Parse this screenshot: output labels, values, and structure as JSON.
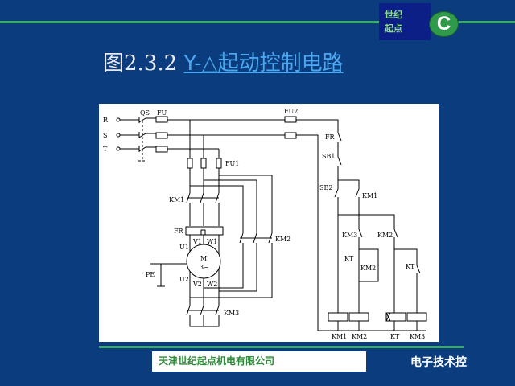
{
  "logo": {
    "line1": "世纪",
    "line2": "起点",
    "badge": "C"
  },
  "title": {
    "prefix": "图2.3.2 ",
    "link": "Y-△起动控制电路"
  },
  "diagram": {
    "phases": [
      "R",
      "S",
      "T"
    ],
    "labels": {
      "qs": "QS",
      "fu": "FU",
      "fu1": "FU1",
      "fu2": "FU2",
      "km1": "KM1",
      "km2": "KM2",
      "km3": "KM3",
      "fr": "FR",
      "pe": "PE",
      "u1": "U1",
      "v1": "V1",
      "w1": "W1",
      "u2": "U2",
      "v2": "V2",
      "w2": "W2",
      "motor": "M",
      "motor_sub": "3~",
      "sb1": "SB1",
      "sb2": "SB2",
      "kt": "KT"
    },
    "coils": [
      "KM1",
      "KM2",
      "KT",
      "KM3"
    ]
  },
  "footer": {
    "company": "天津世纪起点机电有限公司"
  },
  "watermark": {
    "text": "电子技术控"
  },
  "colors": {
    "background": "#0b3d7e",
    "accent_green": "#3aa86a",
    "title_link": "#4aa7f0"
  }
}
